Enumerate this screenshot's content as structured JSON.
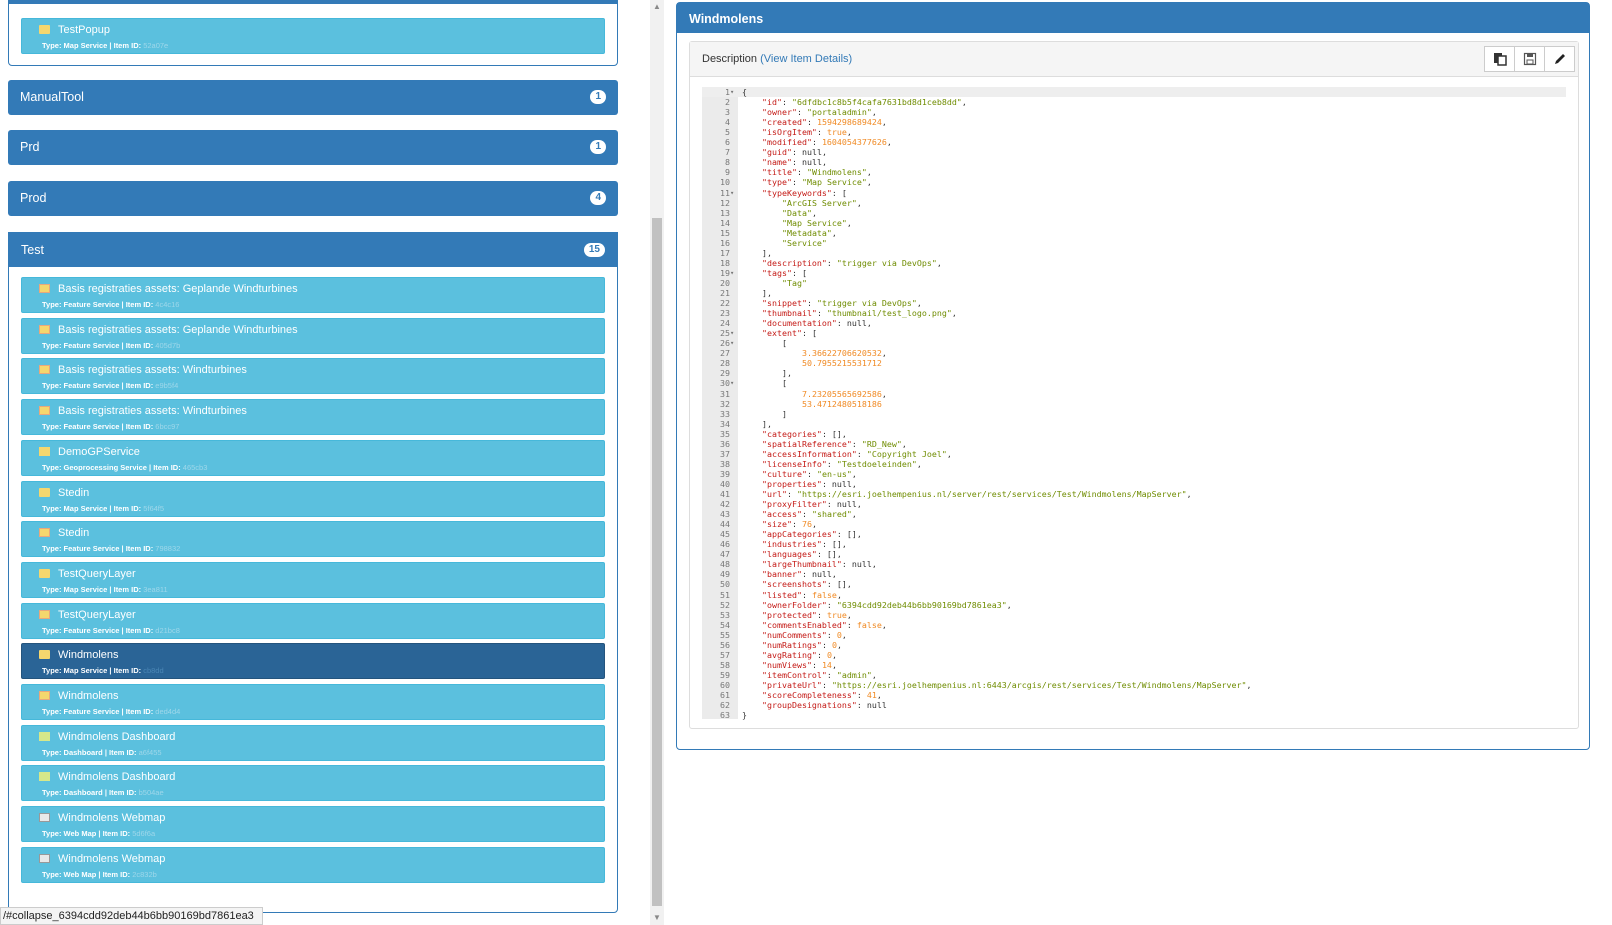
{
  "left": {
    "top_item": {
      "name": "TestPopup",
      "type": "Map Service",
      "id": "52a07e"
    },
    "groups": [
      {
        "name": "ManualTool",
        "count": "1"
      },
      {
        "name": "Prd",
        "count": "1"
      },
      {
        "name": "Prod",
        "count": "4"
      }
    ],
    "test_group": {
      "name": "Test",
      "count": "15"
    },
    "labels": {
      "type_prefix": "Type:",
      "id_prefix": "| Item ID:"
    },
    "items": [
      {
        "name": "Basis registraties assets: Geplande Windturbines",
        "type": "Feature Service",
        "id": "4c4c16",
        "icon": "feature"
      },
      {
        "name": "Basis registraties assets: Geplande Windturbines",
        "type": "Feature Service",
        "id": "405d7b",
        "icon": "feature"
      },
      {
        "name": "Basis registraties assets: Windturbines",
        "type": "Feature Service",
        "id": "e9b5f4",
        "icon": "feature"
      },
      {
        "name": "Basis registraties assets: Windturbines",
        "type": "Feature Service",
        "id": "6bcc97",
        "icon": "feature"
      },
      {
        "name": "DemoGPService",
        "type": "Geoprocessing Service",
        "id": "465cb3",
        "icon": "gp"
      },
      {
        "name": "Stedin",
        "type": "Map Service",
        "id": "5f64f5",
        "icon": "folder"
      },
      {
        "name": "Stedin",
        "type": "Feature Service",
        "id": "798832",
        "icon": "feature"
      },
      {
        "name": "TestQueryLayer",
        "type": "Map Service",
        "id": "3ea811",
        "icon": "folder"
      },
      {
        "name": "TestQueryLayer",
        "type": "Feature Service",
        "id": "d21bc8",
        "icon": "feature"
      },
      {
        "name": "Windmolens",
        "type": "Map Service",
        "id": "cb8dd",
        "icon": "folder",
        "active": true
      },
      {
        "name": "Windmolens",
        "type": "Feature Service",
        "id": "ded4d4",
        "icon": "feature"
      },
      {
        "name": "Windmolens Dashboard",
        "type": "Dashboard",
        "id": "a6f455",
        "icon": "dash"
      },
      {
        "name": "Windmolens Dashboard",
        "type": "Dashboard",
        "id": "b504ae",
        "icon": "dash"
      },
      {
        "name": "Windmolens Webmap",
        "type": "Web Map",
        "id": "5d6f6a",
        "icon": "webmap"
      },
      {
        "name": "Windmolens Webmap",
        "type": "Web Map",
        "id": "2c832b",
        "icon": "webmap"
      }
    ]
  },
  "status_url": "/#collapse_6394cdd92deb44b6bb90169bd7861ea3",
  "right": {
    "title": "Windmolens",
    "description_label": "Description",
    "view_details": "(View Item Details)",
    "buttons": [
      "copy-icon",
      "save-icon",
      "edit-icon"
    ]
  },
  "json_lines": [
    {
      "ln": "1",
      "fold": "▾",
      "segs": [
        [
          "p",
          "{"
        ]
      ]
    },
    {
      "ln": "2",
      "segs": [
        [
          "p",
          "    "
        ],
        [
          "k",
          "\"id\""
        ],
        [
          "p",
          ": "
        ],
        [
          "s",
          "\"6dfdbc1c8b5f4cafa7631bd8d1ceb8dd\""
        ],
        [
          "p",
          ","
        ]
      ]
    },
    {
      "ln": "3",
      "segs": [
        [
          "p",
          "    "
        ],
        [
          "k",
          "\"owner\""
        ],
        [
          "p",
          ": "
        ],
        [
          "s",
          "\"portaladmin\""
        ],
        [
          "p",
          ","
        ]
      ]
    },
    {
      "ln": "4",
      "segs": [
        [
          "p",
          "    "
        ],
        [
          "k",
          "\"created\""
        ],
        [
          "p",
          ": "
        ],
        [
          "n",
          "1594298689424"
        ],
        [
          "p",
          ","
        ]
      ]
    },
    {
      "ln": "5",
      "segs": [
        [
          "p",
          "    "
        ],
        [
          "k",
          "\"isOrgItem\""
        ],
        [
          "p",
          ": "
        ],
        [
          "b",
          "true"
        ],
        [
          "p",
          ","
        ]
      ]
    },
    {
      "ln": "6",
      "segs": [
        [
          "p",
          "    "
        ],
        [
          "k",
          "\"modified\""
        ],
        [
          "p",
          ": "
        ],
        [
          "n",
          "1604054377626"
        ],
        [
          "p",
          ","
        ]
      ]
    },
    {
      "ln": "7",
      "segs": [
        [
          "p",
          "    "
        ],
        [
          "k",
          "\"guid\""
        ],
        [
          "p",
          ": null,"
        ]
      ]
    },
    {
      "ln": "8",
      "segs": [
        [
          "p",
          "    "
        ],
        [
          "k",
          "\"name\""
        ],
        [
          "p",
          ": null,"
        ]
      ]
    },
    {
      "ln": "9",
      "segs": [
        [
          "p",
          "    "
        ],
        [
          "k",
          "\"title\""
        ],
        [
          "p",
          ": "
        ],
        [
          "s",
          "\"Windmolens\""
        ],
        [
          "p",
          ","
        ]
      ]
    },
    {
      "ln": "10",
      "segs": [
        [
          "p",
          "    "
        ],
        [
          "k",
          "\"type\""
        ],
        [
          "p",
          ": "
        ],
        [
          "s",
          "\"Map Service\""
        ],
        [
          "p",
          ","
        ]
      ]
    },
    {
      "ln": "11",
      "fold": "▾",
      "segs": [
        [
          "p",
          "    "
        ],
        [
          "k",
          "\"typeKeywords\""
        ],
        [
          "p",
          ": ["
        ]
      ]
    },
    {
      "ln": "12",
      "segs": [
        [
          "p",
          "        "
        ],
        [
          "s",
          "\"ArcGIS Server\""
        ],
        [
          "p",
          ","
        ]
      ]
    },
    {
      "ln": "13",
      "segs": [
        [
          "p",
          "        "
        ],
        [
          "s",
          "\"Data\""
        ],
        [
          "p",
          ","
        ]
      ]
    },
    {
      "ln": "14",
      "segs": [
        [
          "p",
          "        "
        ],
        [
          "s",
          "\"Map Service\""
        ],
        [
          "p",
          ","
        ]
      ]
    },
    {
      "ln": "15",
      "segs": [
        [
          "p",
          "        "
        ],
        [
          "s",
          "\"Metadata\""
        ],
        [
          "p",
          ","
        ]
      ]
    },
    {
      "ln": "16",
      "segs": [
        [
          "p",
          "        "
        ],
        [
          "s",
          "\"Service\""
        ]
      ]
    },
    {
      "ln": "17",
      "segs": [
        [
          "p",
          "    ],"
        ]
      ]
    },
    {
      "ln": "18",
      "segs": [
        [
          "p",
          "    "
        ],
        [
          "k",
          "\"description\""
        ],
        [
          "p",
          ": "
        ],
        [
          "s",
          "\"trigger via DevOps\""
        ],
        [
          "p",
          ","
        ]
      ]
    },
    {
      "ln": "19",
      "fold": "▾",
      "segs": [
        [
          "p",
          "    "
        ],
        [
          "k",
          "\"tags\""
        ],
        [
          "p",
          ": ["
        ]
      ]
    },
    {
      "ln": "20",
      "segs": [
        [
          "p",
          "        "
        ],
        [
          "s",
          "\"Tag\""
        ]
      ]
    },
    {
      "ln": "21",
      "segs": [
        [
          "p",
          "    ],"
        ]
      ]
    },
    {
      "ln": "22",
      "segs": [
        [
          "p",
          "    "
        ],
        [
          "k",
          "\"snippet\""
        ],
        [
          "p",
          ": "
        ],
        [
          "s",
          "\"trigger via DevOps\""
        ],
        [
          "p",
          ","
        ]
      ]
    },
    {
      "ln": "23",
      "segs": [
        [
          "p",
          "    "
        ],
        [
          "k",
          "\"thumbnail\""
        ],
        [
          "p",
          ": "
        ],
        [
          "s",
          "\"thumbnail/test_logo.png\""
        ],
        [
          "p",
          ","
        ]
      ]
    },
    {
      "ln": "24",
      "segs": [
        [
          "p",
          "    "
        ],
        [
          "k",
          "\"documentation\""
        ],
        [
          "p",
          ": null,"
        ]
      ]
    },
    {
      "ln": "25",
      "fold": "▾",
      "segs": [
        [
          "p",
          "    "
        ],
        [
          "k",
          "\"extent\""
        ],
        [
          "p",
          ": ["
        ]
      ]
    },
    {
      "ln": "26",
      "fold": "▾",
      "segs": [
        [
          "p",
          "        ["
        ]
      ]
    },
    {
      "ln": "27",
      "segs": [
        [
          "p",
          "            "
        ],
        [
          "n",
          "3.36622706620532"
        ],
        [
          "p",
          ","
        ]
      ]
    },
    {
      "ln": "28",
      "segs": [
        [
          "p",
          "            "
        ],
        [
          "n",
          "50.7955215531712"
        ]
      ]
    },
    {
      "ln": "29",
      "segs": [
        [
          "p",
          "        ],"
        ]
      ]
    },
    {
      "ln": "30",
      "fold": "▾",
      "segs": [
        [
          "p",
          "        ["
        ]
      ]
    },
    {
      "ln": "31",
      "segs": [
        [
          "p",
          "            "
        ],
        [
          "n",
          "7.23205565692586"
        ],
        [
          "p",
          ","
        ]
      ]
    },
    {
      "ln": "32",
      "segs": [
        [
          "p",
          "            "
        ],
        [
          "n",
          "53.4712480518186"
        ]
      ]
    },
    {
      "ln": "33",
      "segs": [
        [
          "p",
          "        ]"
        ]
      ]
    },
    {
      "ln": "34",
      "segs": [
        [
          "p",
          "    ],"
        ]
      ]
    },
    {
      "ln": "35",
      "segs": [
        [
          "p",
          "    "
        ],
        [
          "k",
          "\"categories\""
        ],
        [
          "p",
          ": [],"
        ]
      ]
    },
    {
      "ln": "36",
      "segs": [
        [
          "p",
          "    "
        ],
        [
          "k",
          "\"spatialReference\""
        ],
        [
          "p",
          ": "
        ],
        [
          "s",
          "\"RD_New\""
        ],
        [
          "p",
          ","
        ]
      ]
    },
    {
      "ln": "37",
      "segs": [
        [
          "p",
          "    "
        ],
        [
          "k",
          "\"accessInformation\""
        ],
        [
          "p",
          ": "
        ],
        [
          "s",
          "\"Copyright Joel\""
        ],
        [
          "p",
          ","
        ]
      ]
    },
    {
      "ln": "38",
      "segs": [
        [
          "p",
          "    "
        ],
        [
          "k",
          "\"licenseInfo\""
        ],
        [
          "p",
          ": "
        ],
        [
          "s",
          "\"Testdoeleinden\""
        ],
        [
          "p",
          ","
        ]
      ]
    },
    {
      "ln": "39",
      "segs": [
        [
          "p",
          "    "
        ],
        [
          "k",
          "\"culture\""
        ],
        [
          "p",
          ": "
        ],
        [
          "s",
          "\"en-us\""
        ],
        [
          "p",
          ","
        ]
      ]
    },
    {
      "ln": "40",
      "segs": [
        [
          "p",
          "    "
        ],
        [
          "k",
          "\"properties\""
        ],
        [
          "p",
          ": null,"
        ]
      ]
    },
    {
      "ln": "41",
      "segs": [
        [
          "p",
          "    "
        ],
        [
          "k",
          "\"url\""
        ],
        [
          "p",
          ": "
        ],
        [
          "s",
          "\"https://esri.joelhempenius.nl/server/rest/services/Test/Windmolens/MapServer\""
        ],
        [
          "p",
          ","
        ]
      ]
    },
    {
      "ln": "42",
      "segs": [
        [
          "p",
          "    "
        ],
        [
          "k",
          "\"proxyFilter\""
        ],
        [
          "p",
          ": null,"
        ]
      ]
    },
    {
      "ln": "43",
      "segs": [
        [
          "p",
          "    "
        ],
        [
          "k",
          "\"access\""
        ],
        [
          "p",
          ": "
        ],
        [
          "s",
          "\"shared\""
        ],
        [
          "p",
          ","
        ]
      ]
    },
    {
      "ln": "44",
      "segs": [
        [
          "p",
          "    "
        ],
        [
          "k",
          "\"size\""
        ],
        [
          "p",
          ": "
        ],
        [
          "n",
          "76"
        ],
        [
          "p",
          ","
        ]
      ]
    },
    {
      "ln": "45",
      "segs": [
        [
          "p",
          "    "
        ],
        [
          "k",
          "\"appCategories\""
        ],
        [
          "p",
          ": [],"
        ]
      ]
    },
    {
      "ln": "46",
      "segs": [
        [
          "p",
          "    "
        ],
        [
          "k",
          "\"industries\""
        ],
        [
          "p",
          ": [],"
        ]
      ]
    },
    {
      "ln": "47",
      "segs": [
        [
          "p",
          "    "
        ],
        [
          "k",
          "\"languages\""
        ],
        [
          "p",
          ": [],"
        ]
      ]
    },
    {
      "ln": "48",
      "segs": [
        [
          "p",
          "    "
        ],
        [
          "k",
          "\"largeThumbnail\""
        ],
        [
          "p",
          ": null,"
        ]
      ]
    },
    {
      "ln": "49",
      "segs": [
        [
          "p",
          "    "
        ],
        [
          "k",
          "\"banner\""
        ],
        [
          "p",
          ": null,"
        ]
      ]
    },
    {
      "ln": "50",
      "segs": [
        [
          "p",
          "    "
        ],
        [
          "k",
          "\"screenshots\""
        ],
        [
          "p",
          ": [],"
        ]
      ]
    },
    {
      "ln": "51",
      "segs": [
        [
          "p",
          "    "
        ],
        [
          "k",
          "\"listed\""
        ],
        [
          "p",
          ": "
        ],
        [
          "b",
          "false"
        ],
        [
          "p",
          ","
        ]
      ]
    },
    {
      "ln": "52",
      "segs": [
        [
          "p",
          "    "
        ],
        [
          "k",
          "\"ownerFolder\""
        ],
        [
          "p",
          ": "
        ],
        [
          "s",
          "\"6394cdd92deb44b6bb90169bd7861ea3\""
        ],
        [
          "p",
          ","
        ]
      ]
    },
    {
      "ln": "53",
      "segs": [
        [
          "p",
          "    "
        ],
        [
          "k",
          "\"protected\""
        ],
        [
          "p",
          ": "
        ],
        [
          "b",
          "true"
        ],
        [
          "p",
          ","
        ]
      ]
    },
    {
      "ln": "54",
      "segs": [
        [
          "p",
          "    "
        ],
        [
          "k",
          "\"commentsEnabled\""
        ],
        [
          "p",
          ": "
        ],
        [
          "b",
          "false"
        ],
        [
          "p",
          ","
        ]
      ]
    },
    {
      "ln": "55",
      "segs": [
        [
          "p",
          "    "
        ],
        [
          "k",
          "\"numComments\""
        ],
        [
          "p",
          ": "
        ],
        [
          "n",
          "0"
        ],
        [
          "p",
          ","
        ]
      ]
    },
    {
      "ln": "56",
      "segs": [
        [
          "p",
          "    "
        ],
        [
          "k",
          "\"numRatings\""
        ],
        [
          "p",
          ": "
        ],
        [
          "n",
          "0"
        ],
        [
          "p",
          ","
        ]
      ]
    },
    {
      "ln": "57",
      "segs": [
        [
          "p",
          "    "
        ],
        [
          "k",
          "\"avgRating\""
        ],
        [
          "p",
          ": "
        ],
        [
          "n",
          "0"
        ],
        [
          "p",
          ","
        ]
      ]
    },
    {
      "ln": "58",
      "segs": [
        [
          "p",
          "    "
        ],
        [
          "k",
          "\"numViews\""
        ],
        [
          "p",
          ": "
        ],
        [
          "n",
          "14"
        ],
        [
          "p",
          ","
        ]
      ]
    },
    {
      "ln": "59",
      "segs": [
        [
          "p",
          "    "
        ],
        [
          "k",
          "\"itemControl\""
        ],
        [
          "p",
          ": "
        ],
        [
          "s",
          "\"admin\""
        ],
        [
          "p",
          ","
        ]
      ]
    },
    {
      "ln": "60",
      "segs": [
        [
          "p",
          "    "
        ],
        [
          "k",
          "\"privateUrl\""
        ],
        [
          "p",
          ": "
        ],
        [
          "s",
          "\"https://esri.joelhempenius.nl:6443/arcgis/rest/services/Test/Windmolens/MapServer\""
        ],
        [
          "p",
          ","
        ]
      ]
    },
    {
      "ln": "61",
      "segs": [
        [
          "p",
          "    "
        ],
        [
          "k",
          "\"scoreCompleteness\""
        ],
        [
          "p",
          ": "
        ],
        [
          "n",
          "41"
        ],
        [
          "p",
          ","
        ]
      ]
    },
    {
      "ln": "62",
      "segs": [
        [
          "p",
          "    "
        ],
        [
          "k",
          "\"groupDesignations\""
        ],
        [
          "p",
          ": null"
        ]
      ]
    },
    {
      "ln": "63",
      "segs": [
        [
          "p",
          "}"
        ]
      ]
    }
  ]
}
